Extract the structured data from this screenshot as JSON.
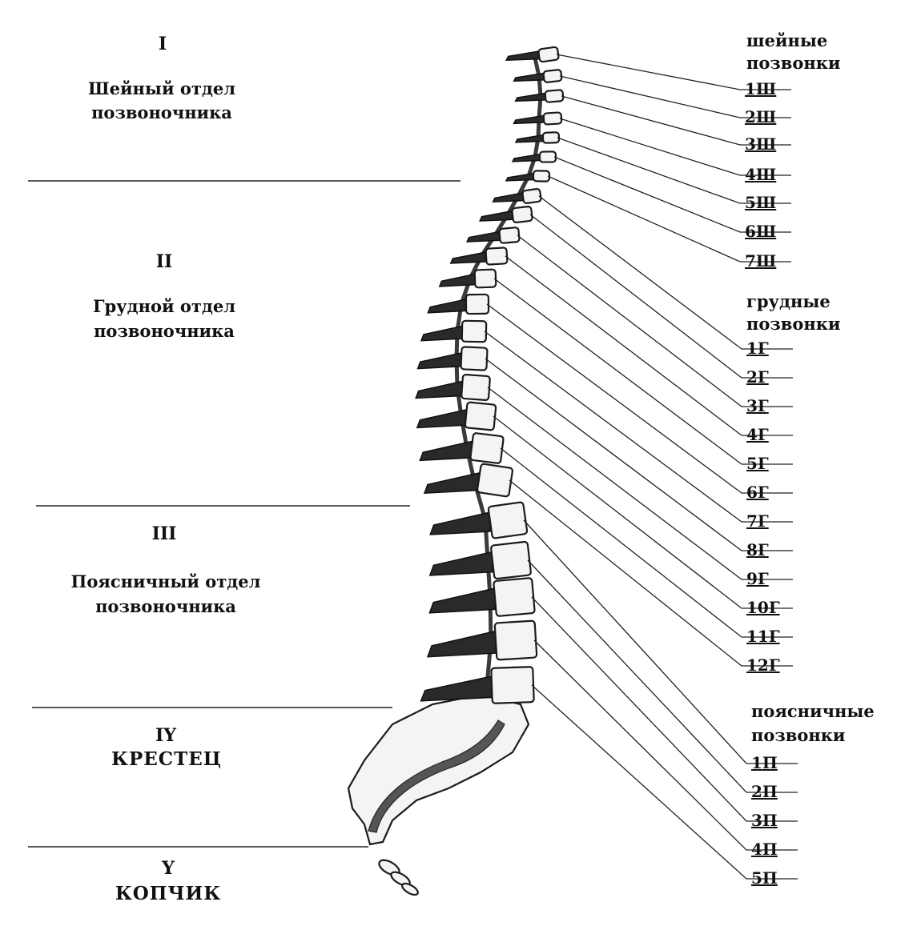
{
  "sections": [
    {
      "num": "I",
      "lines": [
        "Шейный отдел",
        "позвоночника"
      ]
    },
    {
      "num": "II",
      "lines": [
        "Грудной отдел",
        "позвоночника"
      ]
    },
    {
      "num": "III",
      "lines": [
        "Поясничный отдел",
        "позвоночника"
      ]
    },
    {
      "num": "IY",
      "lines": [
        "КРЕСТЕЦ"
      ]
    },
    {
      "num": "Y",
      "lines": [
        "КОПЧИК"
      ]
    }
  ],
  "groups": [
    {
      "lines": [
        "шейные",
        "позвонки"
      ],
      "items": [
        "1Ш",
        "2Ш",
        "3Ш",
        "4Ш",
        "5Ш",
        "6Ш",
        "7Ш"
      ]
    },
    {
      "lines": [
        "грудные",
        "позвонки"
      ],
      "items": [
        "1Г",
        "2Г",
        "3Г",
        "4Г",
        "5Г",
        "6Г",
        "7Г",
        "8Г",
        "9Г",
        "10Г",
        "11Г",
        "12Г"
      ]
    },
    {
      "lines": [
        "поясничные",
        "позвонки"
      ],
      "items": [
        "1П",
        "2П",
        "3П",
        "4П",
        "5П"
      ]
    }
  ]
}
